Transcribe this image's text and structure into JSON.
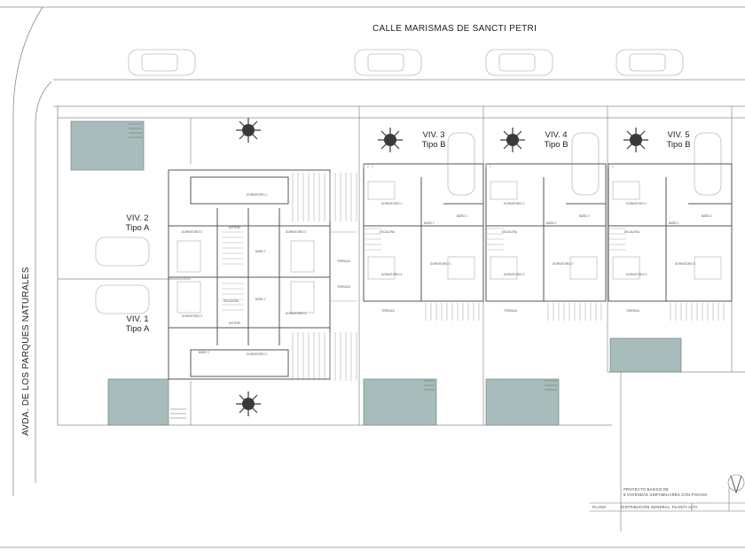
{
  "plan": {
    "street_north": "CALLE MARISMAS DE SANCTI PETRI",
    "street_west": "AVDA. DE LOS PARQUES NATURALES",
    "units": [
      {
        "id": "viv2",
        "name": "VIV. 2",
        "type": "Tipo A"
      },
      {
        "id": "viv1",
        "name": "VIV. 1",
        "type": "Tipo A"
      },
      {
        "id": "viv3",
        "name": "VIV. 3",
        "type": "Tipo B"
      },
      {
        "id": "viv4",
        "name": "VIV. 4",
        "type": "Tipo B"
      },
      {
        "id": "viv5",
        "name": "VIV. 5",
        "type": "Tipo B"
      }
    ],
    "rooms": {
      "dormitorio_1": "DORMITORIO 1",
      "dormitorio_2": "DORMITORIO 2",
      "dormitorio_3": "DORMITORIO 3",
      "bano_1": "BAÑO 1",
      "bano_2": "BAÑO 2",
      "terraza": "TERRAZA",
      "escalera": "ESCALERA",
      "distrib": "DISTRIB."
    },
    "title_block": {
      "project_line_1": "PROYECTO BÁSICO DE",
      "project_line_2": "5 VIVIENDAS UNIFAMILIARES CON PISCINA",
      "plan_label": "PLANO",
      "plan_title": "DISTRIBUCIÓN GENERAL. PLANTA ALTA"
    }
  },
  "colors": {
    "line": "#8a8a8a",
    "line_dark": "#555555",
    "pool": "#a9bcbc",
    "car": "#bdbdbd",
    "tree": "#3a3a3a"
  }
}
